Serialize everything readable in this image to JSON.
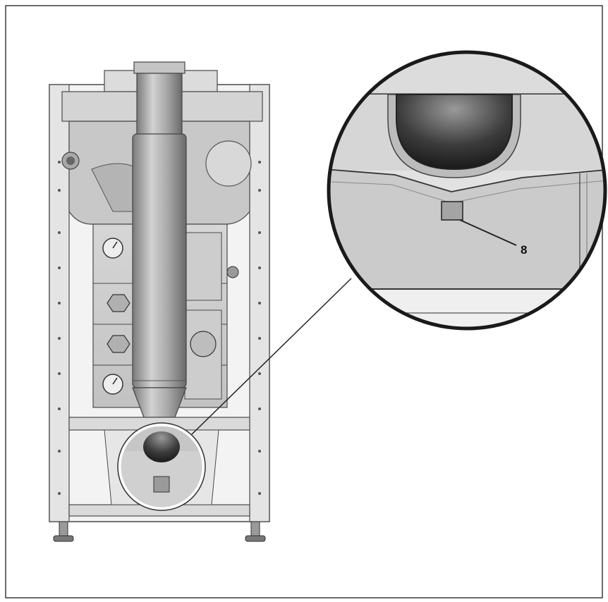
{
  "callout": {
    "label": "8"
  },
  "colors": {
    "frame": "#4a4a4a",
    "line": "#2b2b2b",
    "panel_light": "#e9e9e9",
    "panel_mid": "#bfbfbf",
    "panel_dark": "#6e6e6e"
  },
  "icons": [
    "boiler-diagram",
    "magnifier-callout-circle",
    "leader-line"
  ]
}
